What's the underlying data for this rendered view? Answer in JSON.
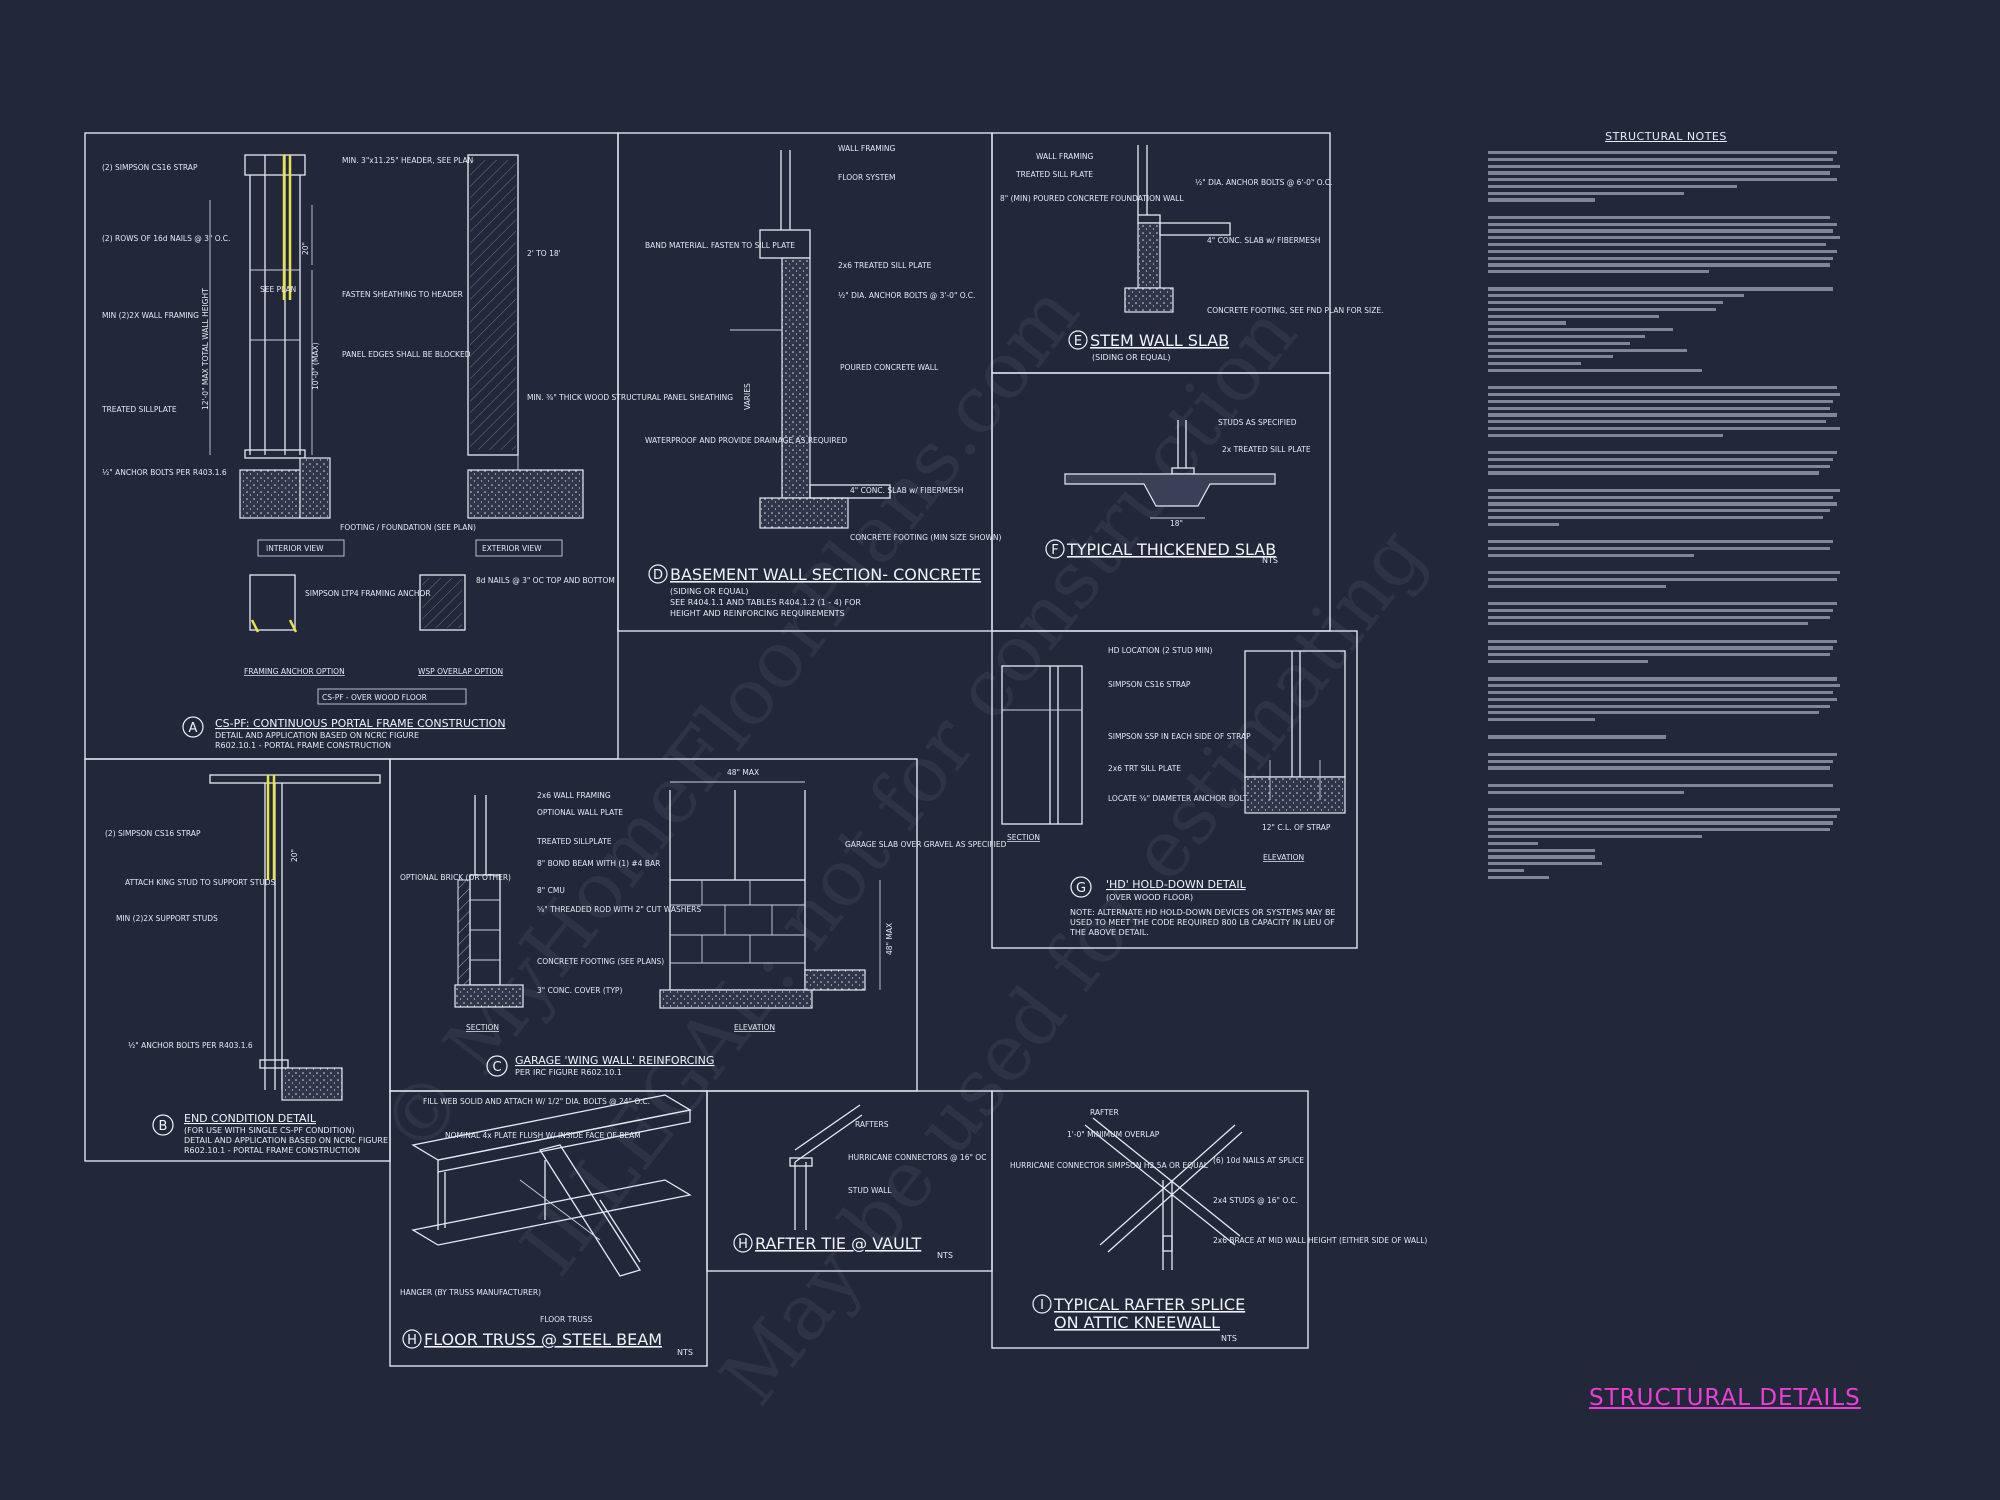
{
  "watermark": {
    "line1": "© MyHomeFloorPlans.com",
    "line2": "ILLEGAL: not for construction",
    "line3": "May be used for estimating"
  },
  "notes": {
    "title": "STRUCTURAL NOTES"
  },
  "sheet_title": "STRUCTURAL DETAILS",
  "details": {
    "A": {
      "tag": "A",
      "title": "CS-PF: CONTINUOUS PORTAL FRAME CONSTRUCTION",
      "sub1": "DETAIL AND APPLICATION BASED ON NCRC FIGURE",
      "sub2": "R602.10.1 - PORTAL FRAME CONSTRUCTION",
      "interior_view": "INTERIOR VIEW",
      "exterior_view": "EXTERIOR VIEW",
      "framing_anchor": "FRAMING ANCHOR OPTION",
      "wsp_overlap": "WSP OVERLAP OPTION",
      "cs_pf_wood": "CS-PF - OVER WOOD FLOOR",
      "lbl_strap": "(2) SIMPSON CS16 STRAP",
      "lbl_nails": "(2) ROWS OF 16d NAILS @ 3\" O.C.",
      "lbl_framing": "MIN (2)2X WALL FRAMING",
      "lbl_sillplate": "TREATED SILLPLATE",
      "lbl_anchor": "½\" ANCHOR BOLTS PER R403.1.6",
      "lbl_header": "MIN. 3\"x11.25\" HEADER, SEE PLAN",
      "lbl_sheathing": "FASTEN SHEATHING TO HEADER",
      "lbl_panel": "PANEL EDGES SHALL BE BLOCKED",
      "lbl_footing": "FOOTING / FOUNDATION (SEE PLAN)",
      "lbl_wsp": "MIN. ⅜\" THICK WOOD STRUCTURAL PANEL SHEATHING",
      "lbl_span": "2' TO 18'",
      "lbl_see_plan": "SEE PLAN",
      "lbl_simpson_lti": "SIMPSON LTP4 FRAMING ANCHOR",
      "lbl_8d": "8d NAILS @ 3\" OC TOP AND BOTTOM",
      "lbl_height": "12'-0\" MAX TOTAL WALL HEIGHT",
      "lbl_height2": "10'-0\" (MAX)",
      "lbl_20": "20\""
    },
    "B": {
      "tag": "B",
      "title": "END CONDITION DETAIL",
      "sub1": "(FOR USE WITH SINGLE CS-PF CONDITION)",
      "sub2": "DETAIL AND APPLICATION BASED ON NCRC FIGURE",
      "sub3": "R602.10.1 - PORTAL FRAME CONSTRUCTION",
      "lbl_strap": "(2) SIMPSON CS16 STRAP",
      "lbl_king": "ATTACH KING STUD TO SUPPORT STUDS",
      "lbl_support": "MIN (2)2X SUPPORT STUDS",
      "lbl_anchor": "½\" ANCHOR BOLTS PER R403.1.6",
      "lbl_20": "20\""
    },
    "C": {
      "tag": "C",
      "title": "GARAGE 'WING WALL' REINFORCING",
      "sub1": "PER IRC FIGURE R602.10.1",
      "section": "SECTION",
      "elevation": "ELEVATION",
      "lbl_framing": "2x6 WALL FRAMING",
      "lbl_plate": "OPTIONAL WALL PLATE",
      "lbl_sill": "TREATED SILLPLATE",
      "lbl_bond": "8\" BOND BEAM WITH (1) #4 BAR",
      "lbl_cmu": "8\" CMU",
      "lbl_rod": "⅝\" THREADED ROD WITH 2\" CUT WASHERS",
      "lbl_footing": "CONCRETE FOOTING (SEE PLANS)",
      "lbl_cover": "3\" CONC. COVER (TYP)",
      "lbl_brick": "OPTIONAL BRICK (OR OTHER)",
      "lbl_slab": "GARAGE SLAB OVER GRAVEL AS SPECIFIED",
      "lbl_48max": "48\" MAX",
      "lbl_48max2": "48\" MAX"
    },
    "D": {
      "tag": "D",
      "title": "BASEMENT WALL SECTION- CONCRETE",
      "sub1": "(SIDING OR EQUAL)",
      "sub2": "SEE R404.1.1 AND TABLES R404.1.2 (1 - 4) FOR",
      "sub3": "HEIGHT AND REINFORCING REQUIREMENTS",
      "lbl_wall": "WALL FRAMING",
      "lbl_floor": "FLOOR SYSTEM",
      "lbl_band": "BAND MATERIAL. FASTEN TO SILL PLATE",
      "lbl_sill": "2x6 TREATED SILL PLATE",
      "lbl_anchor": "½\" DIA. ANCHOR BOLTS @ 3'-0\" O.C.",
      "lbl_poured": "POURED CONCRETE WALL",
      "lbl_water": "WATERPROOF AND PROVIDE DRAINAGE AS REQUIRED",
      "lbl_slab": "4\" CONC. SLAB w/ FIBERMESH",
      "lbl_footing": "CONCRETE FOOTING (MIN SIZE SHOWN)",
      "lbl_varies": "VARIES"
    },
    "E": {
      "tag": "E",
      "title": "STEM WALL SLAB",
      "sub1": "(SIDING OR EQUAL)",
      "lbl_wall": "WALL FRAMING",
      "lbl_sill": "TREATED SILL PLATE",
      "lbl_stem": "8\" (MIN) POURED CONCRETE FOUNDATION WALL",
      "lbl_anchor": "½\" DIA. ANCHOR BOLTS @ 6'-0\" O.C.",
      "lbl_slab": "4\" CONC. SLAB w/ FIBERMESH",
      "lbl_footing": "CONCRETE FOOTING, SEE FND PLAN FOR SIZE."
    },
    "F": {
      "tag": "F",
      "title": "TYPICAL THICKENED SLAB",
      "sub1": "NTS",
      "lbl_studs": "STUDS AS SPECIFIED",
      "lbl_sill": "2x TREATED SILL PLATE",
      "lbl_dim": "18\""
    },
    "G": {
      "tag": "G",
      "title": "'HD' HOLD-DOWN DETAIL",
      "sub1": "(OVER WOOD FLOOR)",
      "sub2": "NOTE: ALTERNATE HD HOLD-DOWN DEVICES OR SYSTEMS MAY BE",
      "sub3": "USED TO MEET THE CODE REQUIRED 800 LB CAPACITY IN LIEU OF",
      "sub4": "THE ABOVE DETAIL.",
      "section": "SECTION",
      "elevation": "ELEVATION",
      "lbl_hd": "HD LOCATION (2 STUD MIN)",
      "lbl_strap": "SIMPSON CS16 STRAP",
      "lbl_ssp": "SIMPSON SSP IN EACH SIDE OF STRAP",
      "lbl_sill": "2x6 TRT SILL PLATE",
      "lbl_bolt": "LOCATE ⅝\" DIAMETER ANCHOR BOLT",
      "lbl_12": "12\" C.L. OF STRAP"
    },
    "H1": {
      "tag": "H",
      "title": "FLOOR TRUSS @ STEEL BEAM",
      "sub1": "NTS",
      "lbl_fill": "FILL WEB SOLID AND ATTACH W/ 1/2\" DIA. BOLTS @ 24\" O.C.",
      "lbl_plate": "NOMINAL 4x PLATE FLUSH W/ INSIDE FACE OF BEAM",
      "lbl_hanger": "HANGER (BY TRUSS MANUFACTURER)",
      "lbl_truss": "FLOOR TRUSS"
    },
    "H2": {
      "tag": "H",
      "title": "RAFTER TIE @ VAULT",
      "sub1": "NTS",
      "lbl_rafters": "RAFTERS",
      "lbl_hurricane": "HURRICANE CONNECTORS @ 16\" OC",
      "lbl_stud": "STUD WALL"
    },
    "I": {
      "tag": "I",
      "title1": "TYPICAL RAFTER SPLICE",
      "title2": "ON ATTIC KNEEWALL",
      "sub1": "NTS",
      "lbl_rafter": "RAFTER",
      "lbl_overlap": "1'-0\" MINIMUM OVERLAP",
      "lbl_hurricane": "HURRICANE CONNECTOR SIMPSON H2.5A OR EQUAL",
      "lbl_nails": "(6) 10d NAILS AT SPLICE",
      "lbl_studs": "2x4 STUDS @ 16\" O.C.",
      "lbl_brace": "2x6 BRACE AT MID WALL HEIGHT (EITHER SIDE OF WALL)"
    }
  }
}
